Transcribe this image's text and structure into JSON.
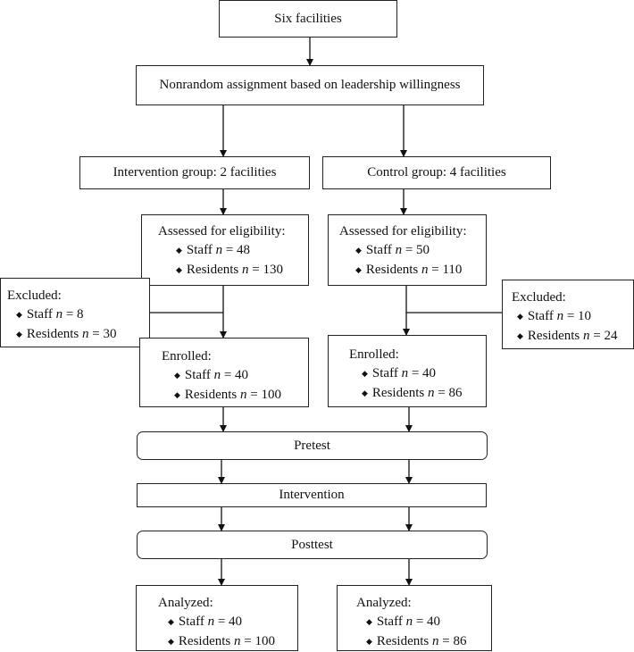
{
  "top": {
    "label": "Six facilities"
  },
  "assignment": {
    "label": "Nonrandom assignment based on leadership willingness"
  },
  "groups": {
    "intervention": {
      "label": "Intervention group: 2 facilities"
    },
    "control": {
      "label": "Control group: 4 facilities"
    }
  },
  "assessed": {
    "heading": "Assessed for eligibility:",
    "intervention": {
      "staff": "48",
      "residents": "130"
    },
    "control": {
      "staff": "50",
      "residents": "110"
    }
  },
  "excluded": {
    "heading": "Excluded:",
    "intervention": {
      "staff": "8",
      "residents": "30"
    },
    "control": {
      "staff": "10",
      "residents": "24"
    }
  },
  "enrolled": {
    "heading": "Enrolled:",
    "intervention": {
      "staff": "40",
      "residents": "100"
    },
    "control": {
      "staff": "40",
      "residents": "86"
    }
  },
  "phases": {
    "pretest": "Pretest",
    "intervention": "Intervention",
    "posttest": "Posttest"
  },
  "analyzed": {
    "heading": "Analyzed:",
    "intervention": {
      "staff": "40",
      "residents": "100"
    },
    "control": {
      "staff": "40",
      "residents": "86"
    }
  },
  "labels": {
    "staff": "Staff",
    "residents": "Residents",
    "n": "n",
    "eq": " = ",
    "bullet": "◆"
  }
}
